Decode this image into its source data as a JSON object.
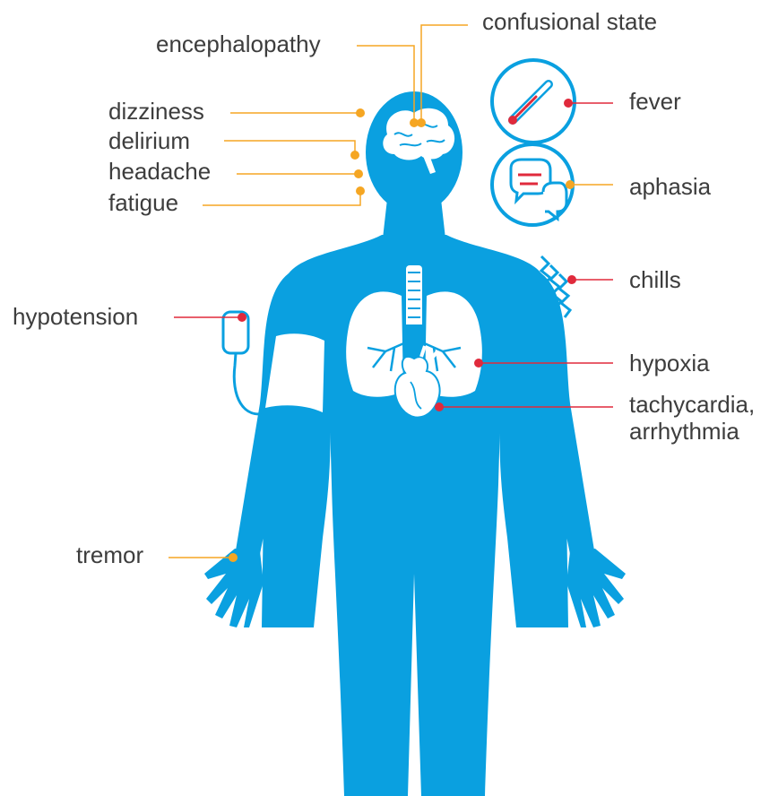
{
  "colors": {
    "body": "#0aa0e0",
    "organ_white": "#ffffff",
    "vessel_blue": "#0aa0e0",
    "neuro_line": "#f5a623",
    "systemic_line": "#e02a3c",
    "label_text": "#3d3d3d"
  },
  "labels": {
    "confusional_state": "confusional state",
    "encephalopathy": "encephalopathy",
    "dizziness": "dizziness",
    "delirium": "delirium",
    "headache": "headache",
    "fatigue": "fatigue",
    "fever": "fever",
    "aphasia": "aphasia",
    "chills": "chills",
    "hypotension": "hypotension",
    "hypoxia": "hypoxia",
    "tachycardia": "tachycardia,",
    "arrhythmia": "arrhythmia",
    "tremor": "tremor"
  },
  "icons": {
    "thermometer": "thermometer-icon",
    "speech": "speech-bubbles-icon",
    "chills": "wavy-lines-icon",
    "iv_bag": "iv-bag-icon",
    "brain": "brain-icon",
    "lungs": "lungs-icon",
    "heart": "heart-icon",
    "cuff": "blood-pressure-cuff-icon"
  }
}
